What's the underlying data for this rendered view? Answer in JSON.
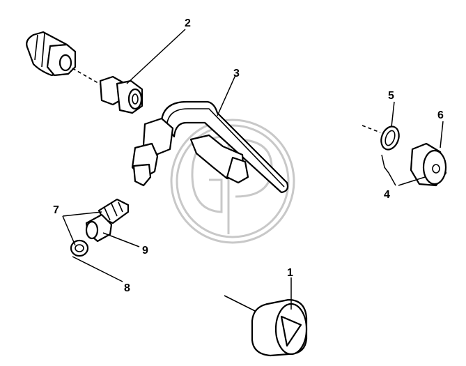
{
  "callouts": {
    "c1": "1",
    "c2": "2",
    "c3": "3",
    "c4": "4",
    "c5": "5",
    "c6": "6",
    "c7": "7",
    "c8": "8",
    "c9": "9"
  },
  "watermark": {
    "mark": "GP"
  }
}
